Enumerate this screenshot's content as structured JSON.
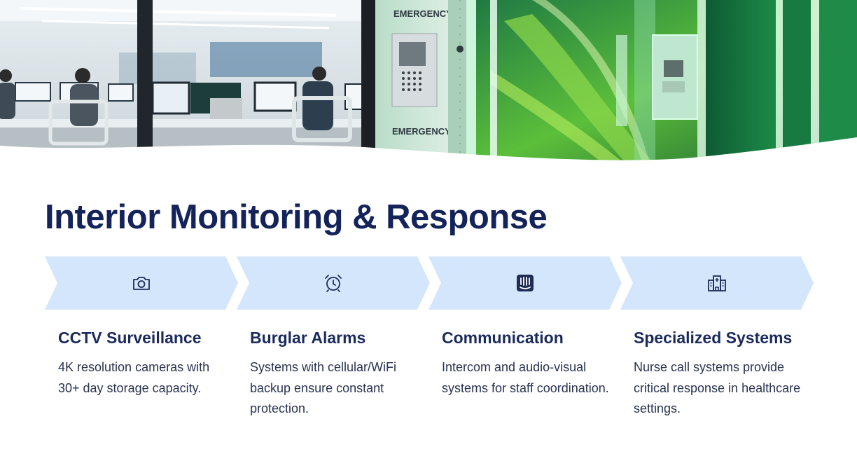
{
  "page": {
    "title": "Interior Monitoring & Response"
  },
  "hero": {
    "sign_top": "EMERGENCY",
    "sign_bottom": "EMERGENCY"
  },
  "colors": {
    "navy": "#14245a",
    "chevron_fill": "#d3e6fb",
    "icon_stroke": "#1f2d55",
    "body_text": "#2a3350"
  },
  "features": [
    {
      "icon": "camera-icon",
      "title": "CCTV Surveillance",
      "description": "4K resolution cameras with 30+ day storage capacity."
    },
    {
      "icon": "alarm-clock-icon",
      "title": "Burglar Alarms",
      "description": "Systems with cellular/WiFi backup ensure constant protection."
    },
    {
      "icon": "intercom-icon",
      "title": "Communication",
      "description": "Intercom and audio-visual systems for staff coordination."
    },
    {
      "icon": "hospital-icon",
      "title": "Specialized Systems",
      "description": "Nurse call systems provide critical response in healthcare settings."
    }
  ]
}
